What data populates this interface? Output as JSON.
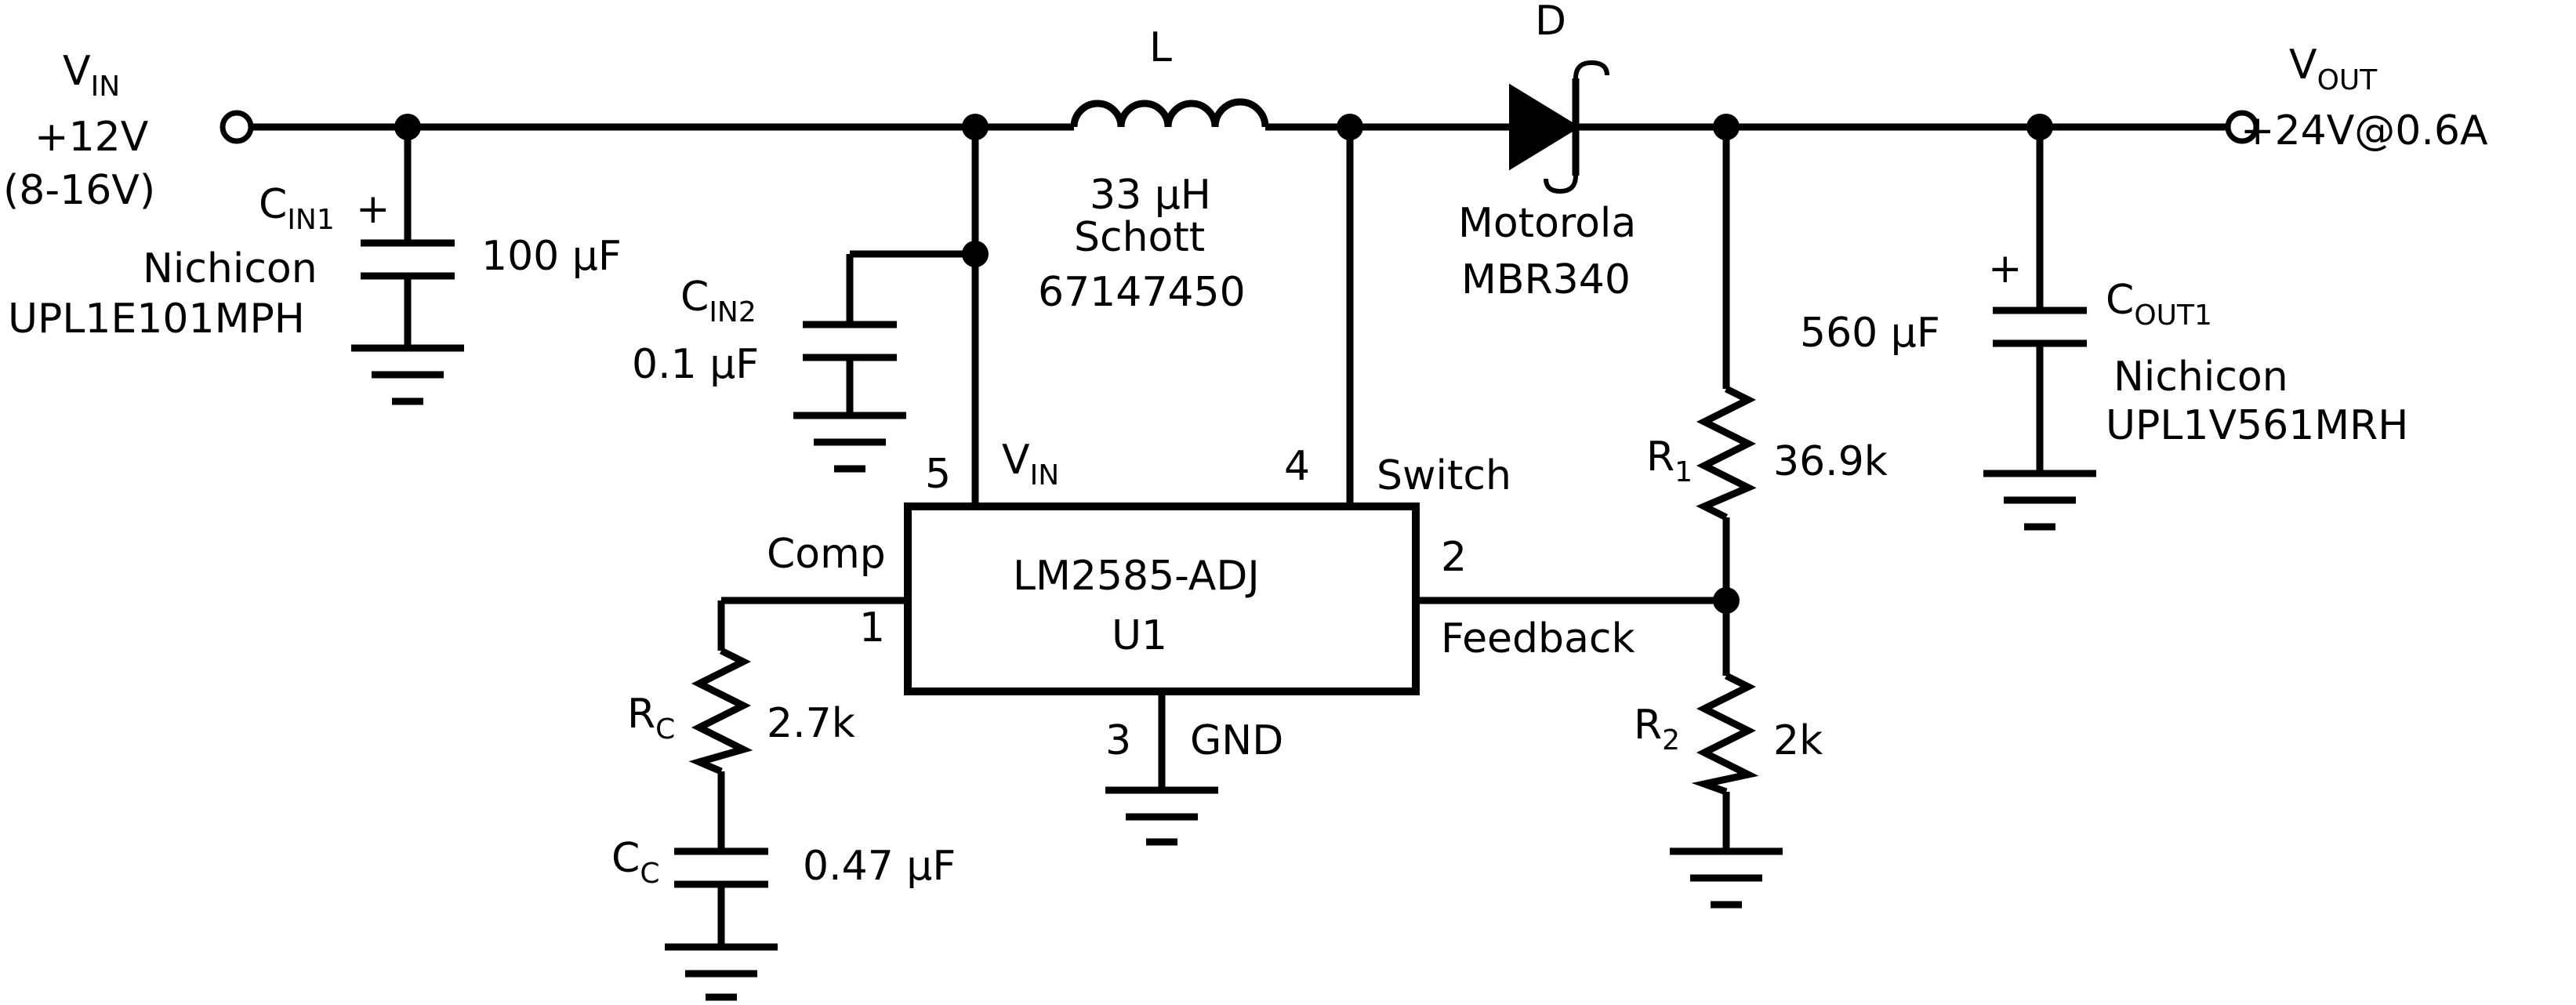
{
  "input": {
    "v_label": "V",
    "v_sub": "IN",
    "voltage": "+12V",
    "range": "(8-16V)"
  },
  "output": {
    "v_label": "V",
    "v_sub": "OUT",
    "spec": "+24V@0.6A"
  },
  "cin1": {
    "label": "C",
    "sub": "IN1",
    "polarity": "+",
    "value": "100 µF",
    "maker": "Nichicon",
    "part": "UPL1E101MPH"
  },
  "cin2": {
    "label": "C",
    "sub": "IN2",
    "value": "0.1 µF"
  },
  "inductor": {
    "label": "L",
    "value": "33 µH",
    "maker": "Schott",
    "part": "67147450"
  },
  "diode": {
    "label": "D",
    "maker": "Motorola",
    "part": "MBR340"
  },
  "cout1": {
    "label": "C",
    "sub": "OUT1",
    "polarity": "+",
    "value": "560 µF",
    "maker": "Nichicon",
    "part": "UPL1V561MRH"
  },
  "r1": {
    "label": "R",
    "sub": "1",
    "value": "36.9k"
  },
  "r2": {
    "label": "R",
    "sub": "2",
    "value": "2k"
  },
  "rc": {
    "label": "R",
    "sub": "C",
    "value": "2.7k"
  },
  "cc": {
    "label": "C",
    "sub": "C",
    "value": "0.47 µF"
  },
  "ic": {
    "part": "LM2585-ADJ",
    "ref": "U1",
    "pins": {
      "p1_num": "1",
      "p1_name": "Comp",
      "p2_num": "2",
      "p2_name": "Feedback",
      "p3_num": "3",
      "p3_name": "GND",
      "p4_num": "4",
      "p4_name": "Switch",
      "p5_num": "5",
      "p5_name": "V",
      "p5_sub": "IN"
    }
  }
}
